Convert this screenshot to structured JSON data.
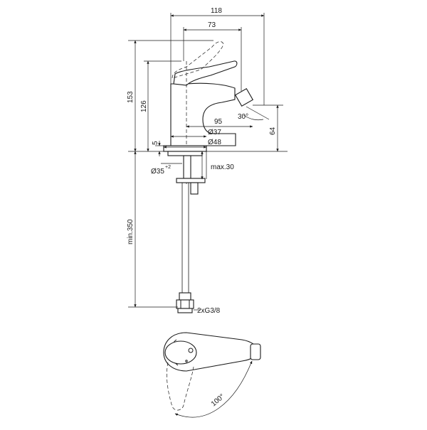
{
  "dimensions": {
    "overall_width": "118",
    "spout_width": "73",
    "overall_height": "153",
    "body_height": "126",
    "projection": "95",
    "nozzle_angle": "30°",
    "outlet_height": "64",
    "body_dia": "Ø37",
    "base_dia": "Ø48",
    "base_thickness": "5",
    "hole_dia": "Ø35",
    "hole_tol": "+2",
    "deck_max": "max.30",
    "hose_min": "min.350",
    "connection": "2xG3/8",
    "rotation": "100°"
  }
}
